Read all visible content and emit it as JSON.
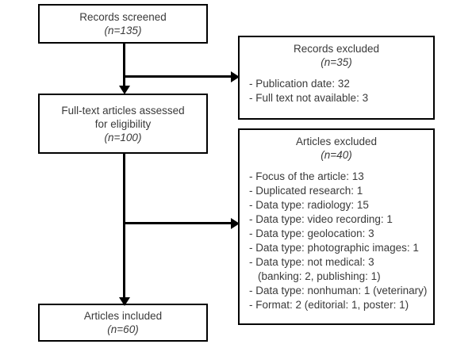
{
  "diagram": {
    "type": "prisma-flow-diagram",
    "colors": {
      "border": "#000000",
      "text": "#3a3a3a",
      "background": "#ffffff"
    },
    "nodes": {
      "records_screened": {
        "title": "Records screened",
        "n": "(n=135)"
      },
      "fulltext_assessed": {
        "title": "Full-text articles assessed\nfor eligibility",
        "n": "(n=100)"
      },
      "articles_included": {
        "title": "Articles included",
        "n": "(n=60)"
      },
      "records_excluded": {
        "title": "Records excluded",
        "n": "(n=35)",
        "reasons": [
          "- Publication date: 32",
          "- Full text not available: 3"
        ]
      },
      "articles_excluded": {
        "title": "Articles excluded",
        "n": "(n=40)",
        "reasons": [
          "- Focus of the article: 13",
          "- Duplicated research: 1",
          "- Data type: radiology: 15",
          "- Data type: video recording: 1",
          "- Data type: geolocation: 3",
          "- Data type: photographic images: 1",
          "- Data type: not medical: 3",
          "(banking: 2, publishing: 1)",
          "- Data type: nonhuman: 1 (veterinary)",
          "- Format: 2 (editorial: 1, poster: 1)"
        ]
      }
    }
  }
}
